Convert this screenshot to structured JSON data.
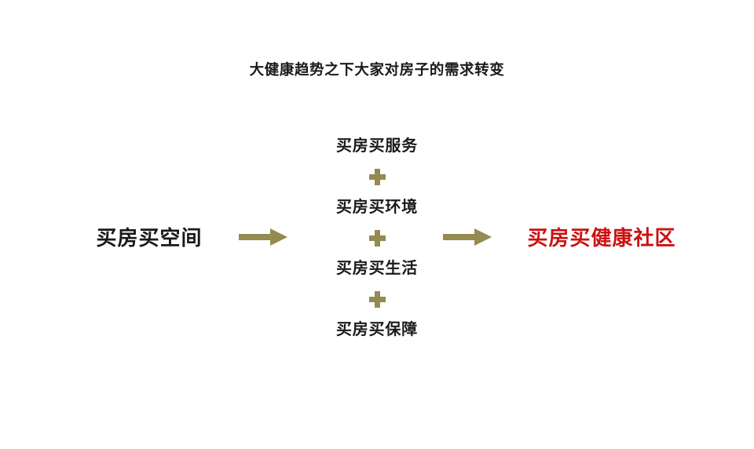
{
  "slide": {
    "title": "大健康趋势之下大家对房子的需求转变",
    "background_color": "#ffffff"
  },
  "diagram": {
    "type": "flow",
    "accent_color": "#958a50",
    "highlight_color": "#cc1111",
    "text_color": "#1a1a1a",
    "left_stage": {
      "label": "买房买空间"
    },
    "middle_stage": {
      "items": [
        {
          "label": "买房买服务"
        },
        {
          "label": "买房买环境"
        },
        {
          "label": "买房买生活"
        },
        {
          "label": "买房买保障"
        }
      ],
      "separator": "plus-sign",
      "separator_count": 3
    },
    "right_stage": {
      "label": "买房买健康社区"
    },
    "arrows": [
      {
        "name": "arrow-left-to-middle",
        "direction": "right"
      },
      {
        "name": "arrow-middle-to-right",
        "direction": "right"
      }
    ]
  }
}
